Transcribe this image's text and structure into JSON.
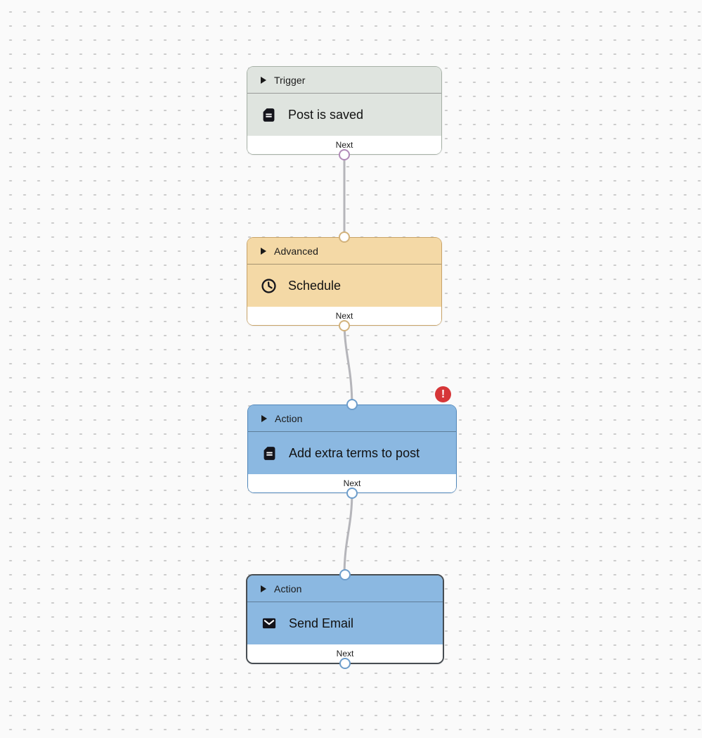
{
  "canvas": {
    "background_color": "#fafafa",
    "dot_color": "#cbcbcb"
  },
  "connectors": {
    "color": "#b5b5ba"
  },
  "error_badge": {
    "glyph": "!",
    "color": "#d63638"
  },
  "nodes": [
    {
      "category": "Trigger",
      "title": "Post is saved",
      "footer_label": "Next",
      "icon": "document-icon",
      "colors": {
        "fill": "#dfe4df",
        "border": "#a6b0a6",
        "port": "#b18ab8"
      },
      "has_error": false
    },
    {
      "category": "Advanced",
      "title": "Schedule",
      "footer_label": "Next",
      "icon": "clock-icon",
      "colors": {
        "fill": "#f4d9a6",
        "border": "#c8a368",
        "port": "#d2b27c"
      },
      "has_error": false
    },
    {
      "category": "Action",
      "title": "Add extra terms to post",
      "footer_label": "Next",
      "icon": "document-icon",
      "colors": {
        "fill": "#8bb8e1",
        "border": "#4f86ba",
        "port": "#6d9dcb"
      },
      "has_error": true
    },
    {
      "category": "Action",
      "title": "Send Email",
      "footer_label": "Next",
      "icon": "email-icon",
      "colors": {
        "fill": "#8bb8e1",
        "border": "#474d52",
        "port": "#6d9dcb"
      },
      "has_error": false,
      "selected": true
    }
  ]
}
